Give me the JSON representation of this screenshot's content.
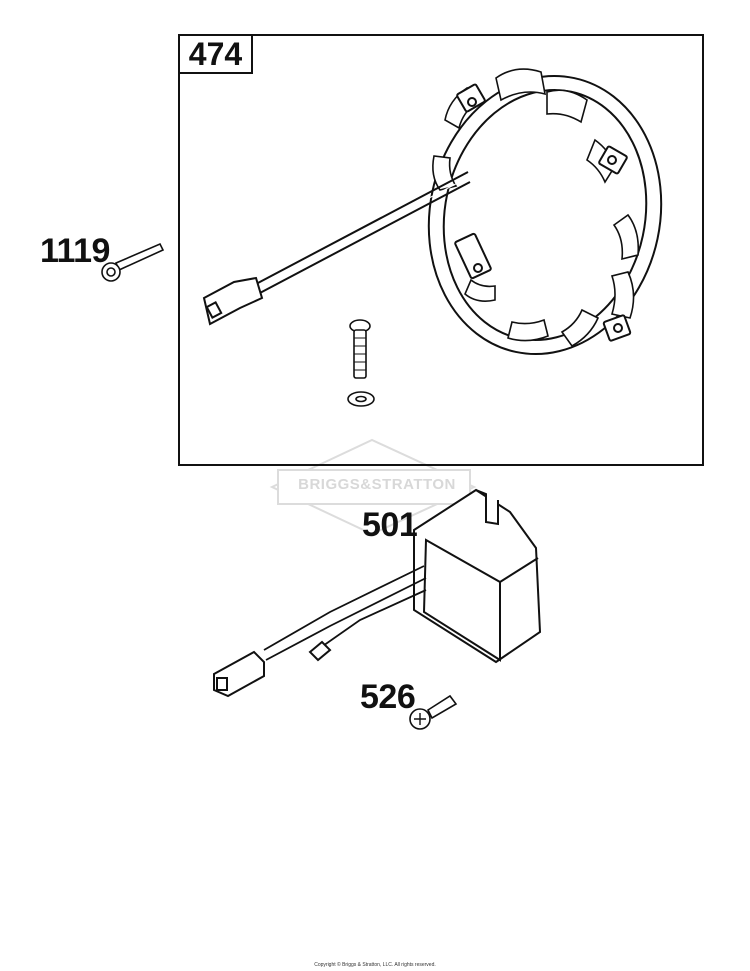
{
  "frame": {
    "label": "474"
  },
  "callouts": {
    "bolt": "1119",
    "regulator": "501",
    "screw": "526"
  },
  "watermark": {
    "text": "BRIGGS&STRATTON"
  },
  "footer": {
    "copyright": "Copyright © Briggs & Stratton, LLC. All rights reserved."
  },
  "colors": {
    "line": "#111111",
    "watermark": "#d8d8d8",
    "background": "#ffffff"
  }
}
